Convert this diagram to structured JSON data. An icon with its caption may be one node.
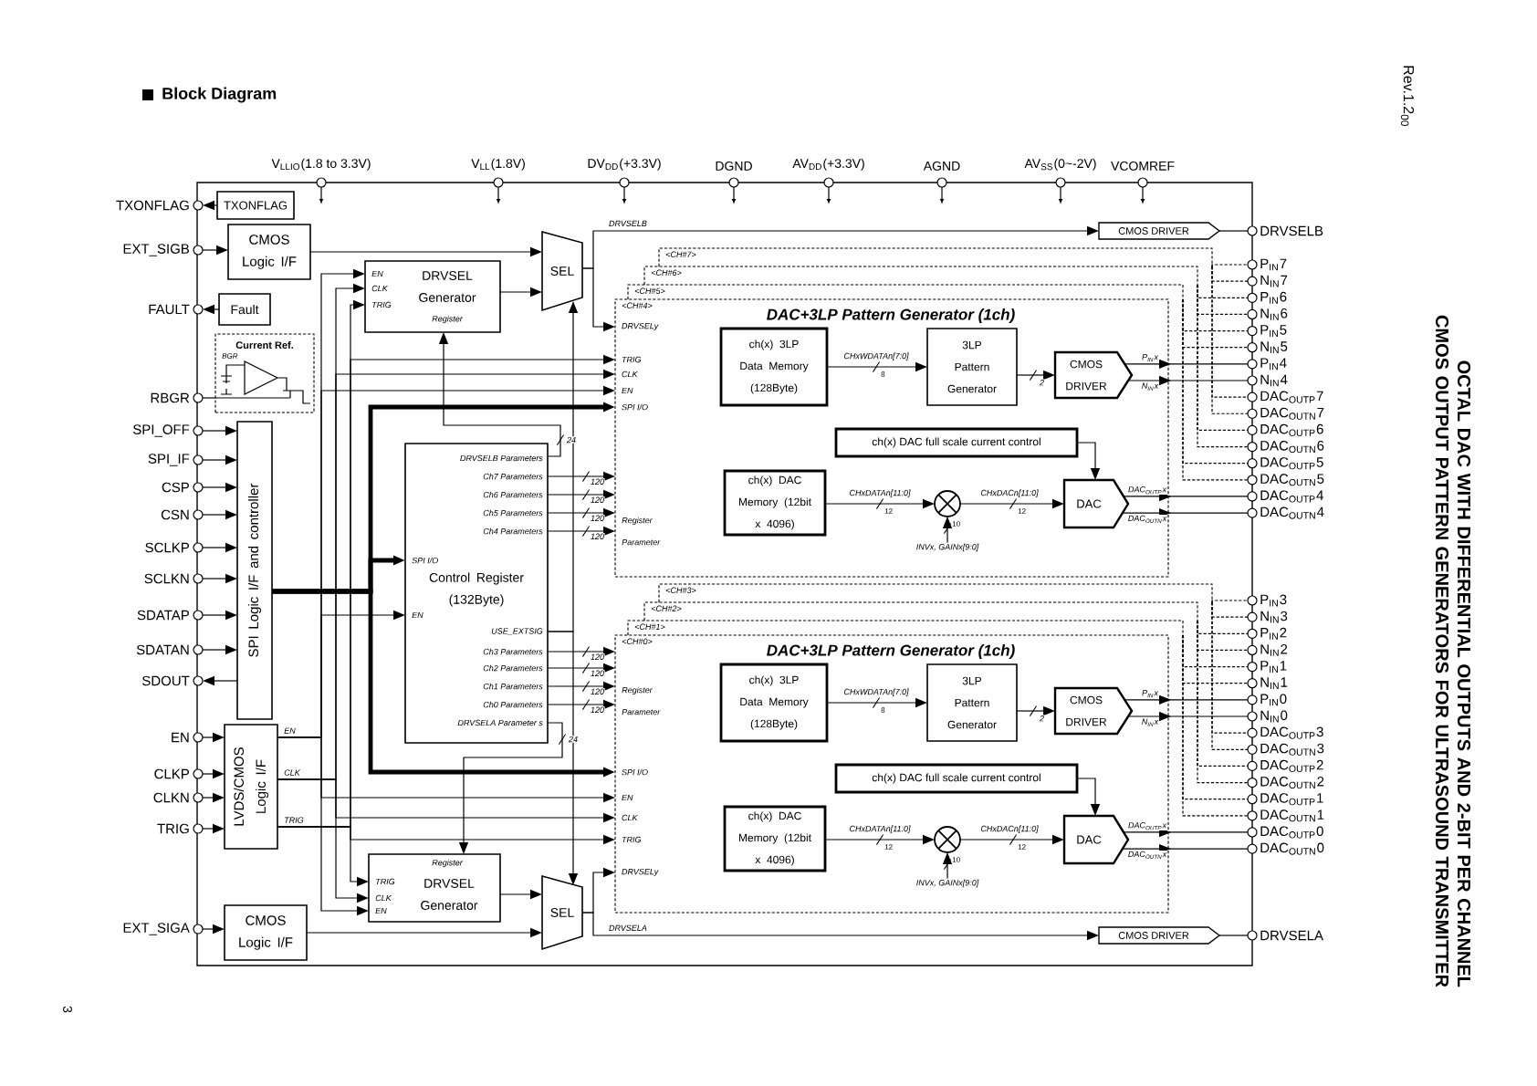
{
  "diagram": {
    "title": "Block Diagram",
    "nodes": [
      {
        "text": [
          "TXONFLAG"
        ]
      },
      {
        "text": [
          "EXT_SIGB"
        ]
      },
      {
        "text": [
          "FAULT"
        ]
      },
      {
        "text": [
          "RBGR"
        ]
      },
      {
        "text": [
          "SPI_OFF"
        ]
      },
      {
        "text": [
          "SPI_IF"
        ]
      },
      {
        "text": [
          "CSP"
        ]
      },
      {
        "text": [
          "CSN"
        ]
      },
      {
        "text": [
          "SCLKP"
        ]
      },
      {
        "text": [
          "SCLKN"
        ]
      },
      {
        "text": [
          "SDATAP"
        ]
      },
      {
        "text": [
          "SDATAN"
        ]
      },
      {
        "text": [
          "SDOUT"
        ]
      },
      {
        "text": [
          "EN"
        ]
      },
      {
        "text": [
          "CLKP"
        ]
      },
      {
        "text": [
          "CLKN"
        ]
      },
      {
        "text": [
          "TRIG"
        ]
      },
      {
        "text": [
          "EXT_SIGA"
        ]
      },
      {
        "text": [
          "TXONFLAG"
        ]
      },
      {
        "text": [
          "CMOS Logic I/F"
        ]
      },
      {
        "text": [
          "Fault"
        ]
      },
      {
        "text": [
          "Current Ref."
        ]
      },
      {
        "text": [
          "SPI Logic I/F and controller"
        ]
      },
      {
        "text": [
          "LVDS/CMOS Logic I/F"
        ],
        "beside": [
          "EN",
          "CLK",
          "TRIG"
        ]
      },
      {
        "text": [
          "CMOS Logic I/F"
        ]
      },
      {
        "text": [
          "EN",
          "CLK",
          "TRIG",
          "DRVSEL Generator",
          "Register"
        ]
      },
      {
        "text": [
          "Register",
          "TRIG",
          "CLK",
          "EN",
          "DRVSEL Generator"
        ]
      },
      {
        "text": [
          "SEL"
        ]
      },
      {
        "text": [
          "SEL"
        ]
      },
      {
        "text": [
          "DRVSELB Parameters",
          "Ch7 Parameters",
          "Ch6 Parameters",
          "Ch5 Parameters",
          "Ch4 Parameters",
          "SPI I/O",
          "Control Register (132Byte)",
          "EN",
          "USE_EXTSIG",
          "Ch3 Parameters",
          "Ch2 Parameters",
          "Ch1 Parameters",
          "Ch0 Parameters",
          "DRVSELA Parameter s"
        ]
      },
      {
        "text": [
          "CMOS DRIVER"
        ]
      },
      {
        "text": [
          "CMOS DRIVER"
        ]
      },
      {
        "text": [
          "<CH#7>"
        ]
      },
      {
        "text": [
          "<CH#6>"
        ]
      },
      {
        "text": [
          "<CH#5>"
        ]
      },
      {
        "text": [
          "<CH#4>",
          "DAC+3LP Pattern Generator (1ch)"
        ]
      },
      {
        "text": [
          "ch(x) 3LP Data Memory (128Byte)"
        ],
        "in": 35
      },
      {
        "text": [
          "3LP Pattern Generator"
        ],
        "in": 35
      },
      {
        "text": [
          "CMOS DRIVER"
        ],
        "in": 35
      },
      {
        "text": [
          "ch(x) DAC full scale current control"
        ],
        "in": 35
      },
      {
        "text": [
          "ch(x) DAC Memory (12bit x 4096)"
        ],
        "in": 35
      },
      {
        "text": [],
        "shape": "circle",
        "in": 35
      },
      {
        "text": [
          "DAC"
        ],
        "in": 35
      },
      {
        "text": [
          "<CH#3>"
        ]
      },
      {
        "text": [
          "<CH#2>"
        ]
      },
      {
        "text": [
          "<CH#1>"
        ]
      },
      {
        "text": [
          "<CH#0>",
          "DAC+3LP Pattern Generator (1ch)"
        ]
      },
      {
        "text": [
          "ch(x) 3LP Data Memory (128Byte)"
        ],
        "in": 46
      },
      {
        "text": [
          "3LP Pattern Generator"
        ],
        "in": 46
      },
      {
        "text": [
          "CMOS DRIVER"
        ],
        "in": 46
      },
      {
        "text": [
          "ch(x) DAC full scale current control"
        ],
        "in": 46
      },
      {
        "text": [
          "ch(x) DAC Memory (12bit x 4096)"
        ],
        "in": 46
      },
      {
        "text": [],
        "shape": "circle",
        "in": 46
      },
      {
        "text": [
          "DAC"
        ],
        "in": 46
      },
      {
        "text": [
          "DRVSELB"
        ]
      },
      {
        "text": [
          "P$_{IN}$7"
        ]
      },
      {
        "text": [
          "N$_{IN}$7"
        ]
      },
      {
        "text": [
          "P$_{IN}$6"
        ]
      },
      {
        "text": [
          "N$_{IN}$6"
        ]
      },
      {
        "text": [
          "P$_{IN}$5"
        ]
      },
      {
        "text": [
          "N$_{IN}$5"
        ]
      },
      {
        "text": [
          "P$_{IN}$4"
        ]
      },
      {
        "text": [
          "N$_{IN}$4"
        ]
      },
      {
        "text": [
          "DAC$_{OUTP}$7"
        ]
      },
      {
        "text": [
          "DAC$_{OUTN}$7"
        ]
      },
      {
        "text": [
          "DAC$_{OUTP}$6"
        ]
      },
      {
        "text": [
          "DAC$_{OUTN}$6"
        ]
      },
      {
        "text": [
          "DAC$_{OUTP}$5"
        ]
      },
      {
        "text": [
          "DAC$_{OUTN}$5"
        ]
      },
      {
        "text": [
          "DAC$_{OUTP}$4"
        ]
      },
      {
        "text": [
          "DAC$_{OUTN}$4"
        ]
      },
      {
        "text": [
          "P$_{IN}$3"
        ]
      },
      {
        "text": [
          "N$_{IN}$3"
        ]
      },
      {
        "text": [
          "P$_{IN}$2"
        ]
      },
      {
        "text": [
          "N$_{IN}$2"
        ]
      },
      {
        "text": [
          "P$_{IN}$1"
        ]
      },
      {
        "text": [
          "N$_{IN}$1"
        ]
      },
      {
        "text": [
          "P$_{IN}$0"
        ]
      },
      {
        "text": [
          "N$_{IN}$0"
        ]
      },
      {
        "text": [
          "DAC$_{OUTP}$3"
        ]
      },
      {
        "text": [
          "DAC$_{OUTN}$3"
        ]
      },
      {
        "text": [
          "DAC$_{OUTP}$2"
        ]
      },
      {
        "text": [
          "DAC$_{OUTN}$2"
        ]
      },
      {
        "text": [
          "DAC$_{OUTP}$1"
        ]
      },
      {
        "text": [
          "DAC$_{OUTN}$1"
        ]
      },
      {
        "text": [
          "DAC$_{OUTP}$0"
        ]
      },
      {
        "text": [
          "DAC$_{OUTN}$0"
        ]
      },
      {
        "text": [
          "DRVSELA"
        ]
      },
      {
        "text": [
          "INVx, GAINx[9:0]"
        ],
        "in": 35
      },
      {
        "text": [
          "INVx, GAINx[9:0]"
        ],
        "in": 46
      }
    ],
    "edges": [
      {
        "from": 18,
        "to": 0,
        "arrow": "to"
      },
      {
        "from": 1,
        "to": 19,
        "arrow": "to"
      },
      {
        "from": 19,
        "to": 27,
        "arrow": "to"
      },
      {
        "from": 20,
        "to": 2,
        "arrow": "to"
      },
      {
        "from": 21,
        "to": 3,
        "arrow": "none"
      },
      {
        "from": 4,
        "to": 22,
        "arrow": "to"
      },
      {
        "from": 5,
        "to": 22,
        "arrow": "to"
      },
      {
        "from": 6,
        "to": 22,
        "arrow": "to"
      },
      {
        "from": 7,
        "to": 22,
        "arrow": "to"
      },
      {
        "from": 8,
        "to": 22,
        "arrow": "to"
      },
      {
        "from": 9,
        "to": 22,
        "arrow": "to"
      },
      {
        "from": 10,
        "to": 22,
        "arrow": "to"
      },
      {
        "from": 11,
        "to": 22,
        "arrow": "to"
      },
      {
        "from": 22,
        "to": 12,
        "arrow": "to"
      },
      {
        "from": 13,
        "to": 23,
        "arrow": "to"
      },
      {
        "from": 14,
        "to": 23,
        "arrow": "to"
      },
      {
        "from": 15,
        "to": 23,
        "arrow": "to"
      },
      {
        "from": 16,
        "to": 23,
        "arrow": "to"
      },
      {
        "from": 17,
        "to": 24,
        "arrow": "to"
      },
      {
        "from": 24,
        "to": 28,
        "arrow": "to"
      },
      {
        "from": 22,
        "to": 29,
        "arrow": "to",
        "style": "thick"
      },
      {
        "from": 22,
        "to": 35,
        "arrow": "to",
        "style": "thick",
        "label": "SPI I/O"
      },
      {
        "from": 22,
        "to": 46,
        "arrow": "to",
        "style": "thick",
        "label": "SPI I/O"
      },
      {
        "from": 23,
        "to": 29,
        "arrow": "to"
      },
      {
        "from": 23,
        "to": 25,
        "arrow": "to"
      },
      {
        "from": 23,
        "to": 25,
        "arrow": "to"
      },
      {
        "from": 23,
        "to": 25,
        "arrow": "to"
      },
      {
        "from": 23,
        "to": 26,
        "arrow": "to"
      },
      {
        "from": 23,
        "to": 26,
        "arrow": "to"
      },
      {
        "from": 23,
        "to": 26,
        "arrow": "to"
      },
      {
        "from": 23,
        "to": 35,
        "arrow": "to",
        "label": "TRIG"
      },
      {
        "from": 23,
        "to": 35,
        "arrow": "to",
        "label": "CLK"
      },
      {
        "from": 23,
        "to": 35,
        "arrow": "to",
        "label": "EN"
      },
      {
        "from": 23,
        "to": 46,
        "arrow": "to",
        "label": "EN"
      },
      {
        "from": 23,
        "to": 46,
        "arrow": "to",
        "label": "CLK"
      },
      {
        "from": 23,
        "to": 46,
        "arrow": "to",
        "label": "TRIG"
      },
      {
        "from": 25,
        "to": 27,
        "arrow": "to"
      },
      {
        "from": 26,
        "to": 28,
        "arrow": "to"
      },
      {
        "from": 29,
        "to": 25,
        "arrow": "to",
        "label": "24"
      },
      {
        "from": 29,
        "to": 26,
        "arrow": "to",
        "label": "24"
      },
      {
        "from": 29,
        "to": 35,
        "arrow": "to",
        "label": "120"
      },
      {
        "from": 29,
        "to": 35,
        "arrow": "to",
        "label": "120"
      },
      {
        "from": 29,
        "to": 35,
        "arrow": "to",
        "label": "120"
      },
      {
        "from": 29,
        "to": 35,
        "arrow": "to",
        "label": "120"
      },
      {
        "from": 29,
        "to": 46,
        "arrow": "to",
        "label": "120"
      },
      {
        "from": 29,
        "to": 46,
        "arrow": "to",
        "label": "120"
      },
      {
        "from": 29,
        "to": 46,
        "arrow": "to",
        "label": "120"
      },
      {
        "from": 29,
        "to": 46,
        "arrow": "to",
        "label": "120"
      },
      {
        "from": 29,
        "to": 27,
        "arrow": "to"
      },
      {
        "from": 29,
        "to": 28,
        "arrow": "to"
      },
      {
        "from": 27,
        "to": 30,
        "arrow": "to",
        "label": "DRVSELB"
      },
      {
        "from": 27,
        "to": 35,
        "arrow": "to",
        "label": "DRVSELy"
      },
      {
        "from": 28,
        "to": 31,
        "arrow": "to",
        "label": "DRVSELA"
      },
      {
        "from": 28,
        "to": 46,
        "arrow": "to",
        "label": "DRVSELy"
      },
      {
        "from": 30,
        "to": 54,
        "arrow": "none"
      },
      {
        "from": 31,
        "to": 87,
        "arrow": "none"
      },
      {
        "from": 36,
        "to": 37,
        "arrow": "to",
        "label": "CHxWDATAn[7:0]"
      },
      {
        "from": 37,
        "to": 38,
        "arrow": "to",
        "label": "2"
      },
      {
        "from": 40,
        "to": 41,
        "arrow": "to",
        "label": "CHxDATAn[11:0]"
      },
      {
        "from": 41,
        "to": 42,
        "arrow": "to",
        "label": "CHxDACn[11:0]"
      },
      {
        "from": 88,
        "to": 41,
        "arrow": "to"
      },
      {
        "from": 39,
        "to": 42,
        "arrow": "to"
      },
      {
        "from": 38,
        "to": 61,
        "arrow": "to",
        "label": "P$_{IN}$x"
      },
      {
        "from": 38,
        "to": 62,
        "arrow": "to",
        "label": "N$_{IN}$x"
      },
      {
        "from": 42,
        "to": 69,
        "arrow": "to",
        "label": "DAC$_{OUTP}$x"
      },
      {
        "from": 42,
        "to": 70,
        "arrow": "to",
        "label": "DAC$_{OUTN}$x"
      },
      {
        "from": 34,
        "to": 59,
        "arrow": "none",
        "style": "dashed"
      },
      {
        "from": 34,
        "to": 60,
        "arrow": "none",
        "style": "dashed"
      },
      {
        "from": 34,
        "to": 67,
        "arrow": "none",
        "style": "dashed"
      },
      {
        "from": 34,
        "to": 68,
        "arrow": "none",
        "style": "dashed"
      },
      {
        "from": 33,
        "to": 57,
        "arrow": "none",
        "style": "dashed"
      },
      {
        "from": 33,
        "to": 58,
        "arrow": "none",
        "style": "dashed"
      },
      {
        "from": 33,
        "to": 65,
        "arrow": "none",
        "style": "dashed"
      },
      {
        "from": 33,
        "to": 66,
        "arrow": "none",
        "style": "dashed"
      },
      {
        "from": 32,
        "to": 55,
        "arrow": "none",
        "style": "dashed"
      },
      {
        "from": 32,
        "to": 56,
        "arrow": "none",
        "style": "dashed"
      },
      {
        "from": 32,
        "to": 63,
        "arrow": "none",
        "style": "dashed"
      },
      {
        "from": 32,
        "to": 64,
        "arrow": "none",
        "style": "dashed"
      },
      {
        "from": 47,
        "to": 48,
        "arrow": "to",
        "label": "CHxWDATAn[7:0]"
      },
      {
        "from": 48,
        "to": 49,
        "arrow": "to",
        "label": "2"
      },
      {
        "from": 51,
        "to": 52,
        "arrow": "to",
        "label": "CHxDATAn[11:0]"
      },
      {
        "from": 52,
        "to": 53,
        "arrow": "to",
        "label": "CHxDACn[11:0]"
      },
      {
        "from": 89,
        "to": 52,
        "arrow": "to"
      },
      {
        "from": 50,
        "to": 53,
        "arrow": "to"
      },
      {
        "from": 49,
        "to": 77,
        "arrow": "to",
        "label": "P$_{IN}$x"
      },
      {
        "from": 49,
        "to": 78,
        "arrow": "to",
        "label": "N$_{IN}$x"
      },
      {
        "from": 53,
        "to": 85,
        "arrow": "to",
        "label": "DAC$_{OUTP}$x"
      },
      {
        "from": 53,
        "to": 86,
        "arrow": "to",
        "label": "DAC$_{OUTN}$x"
      },
      {
        "from": 45,
        "to": 75,
        "arrow": "none",
        "style": "dashed"
      },
      {
        "from": 45,
        "to": 76,
        "arrow": "none",
        "style": "dashed"
      },
      {
        "from": 45,
        "to": 83,
        "arrow": "none",
        "style": "dashed"
      },
      {
        "from": 45,
        "to": 84,
        "arrow": "none",
        "style": "dashed"
      },
      {
        "from": 44,
        "to": 73,
        "arrow": "none",
        "style": "dashed"
      },
      {
        "from": 44,
        "to": 74,
        "arrow": "none",
        "style": "dashed"
      },
      {
        "from": 44,
        "to": 81,
        "arrow": "none",
        "style": "dashed"
      },
      {
        "from": 44,
        "to": 82,
        "arrow": "none",
        "style": "dashed"
      },
      {
        "from": 43,
        "to": 71,
        "arrow": "none",
        "style": "dashed"
      },
      {
        "from": 43,
        "to": 72,
        "arrow": "none",
        "style": "dashed"
      },
      {
        "from": 43,
        "to": 79,
        "arrow": "none",
        "style": "dashed"
      },
      {
        "from": 43,
        "to": 80,
        "arrow": "none",
        "style": "dashed"
      }
    ],
    "labels": [
      "OCTAL DAC WITH DIFFERENTIAL OUTPUTS AND 2-BIT PER CHANNEL CMOS OUTPUT PATTERN GENERATORS FOR ULTRASOUND TRANSMITTER",
      "Rev.1.2$_{00}$",
      "V$_{LLIO}$(1.8 to 3.3V)",
      "V$_{LL}$(1.8V)",
      "DV$_{DD}$(+3.3V)",
      "DGND",
      "AV$_{DD}$(+3.3V)",
      "AGND",
      "AV$_{SS}$(0~-2V)",
      "VCOMREF",
      "BGR",
      "Register Parameter",
      "8",
      "12",
      "12",
      "10",
      "Register Parameter",
      "8",
      "12",
      "12",
      "10",
      "3"
    ]
  }
}
